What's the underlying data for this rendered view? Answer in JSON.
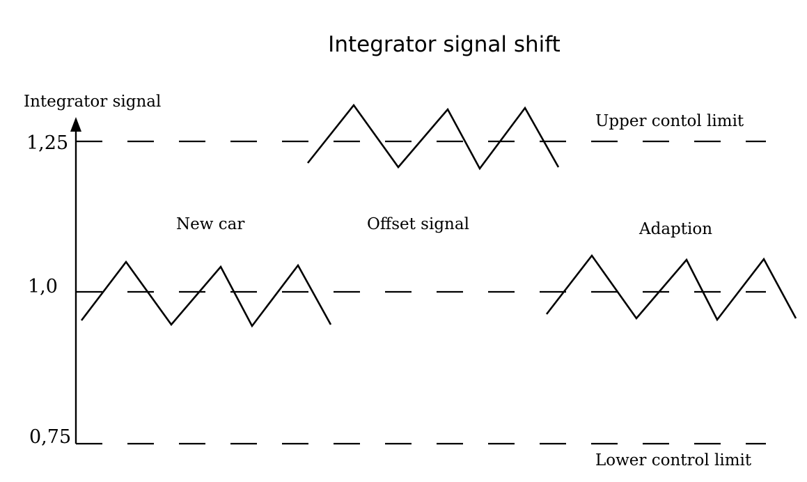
{
  "title": "Integrator signal shift",
  "y_axis": {
    "label": "Integrator signal",
    "ticks": [
      "1,25",
      "1,0",
      "0,75"
    ]
  },
  "limits": {
    "upper_label": "Upper contol limit",
    "lower_label": "Lower control limit"
  },
  "phases": {
    "new_car": "New car",
    "offset": "Offset signal",
    "adaption": "Adaption"
  }
}
